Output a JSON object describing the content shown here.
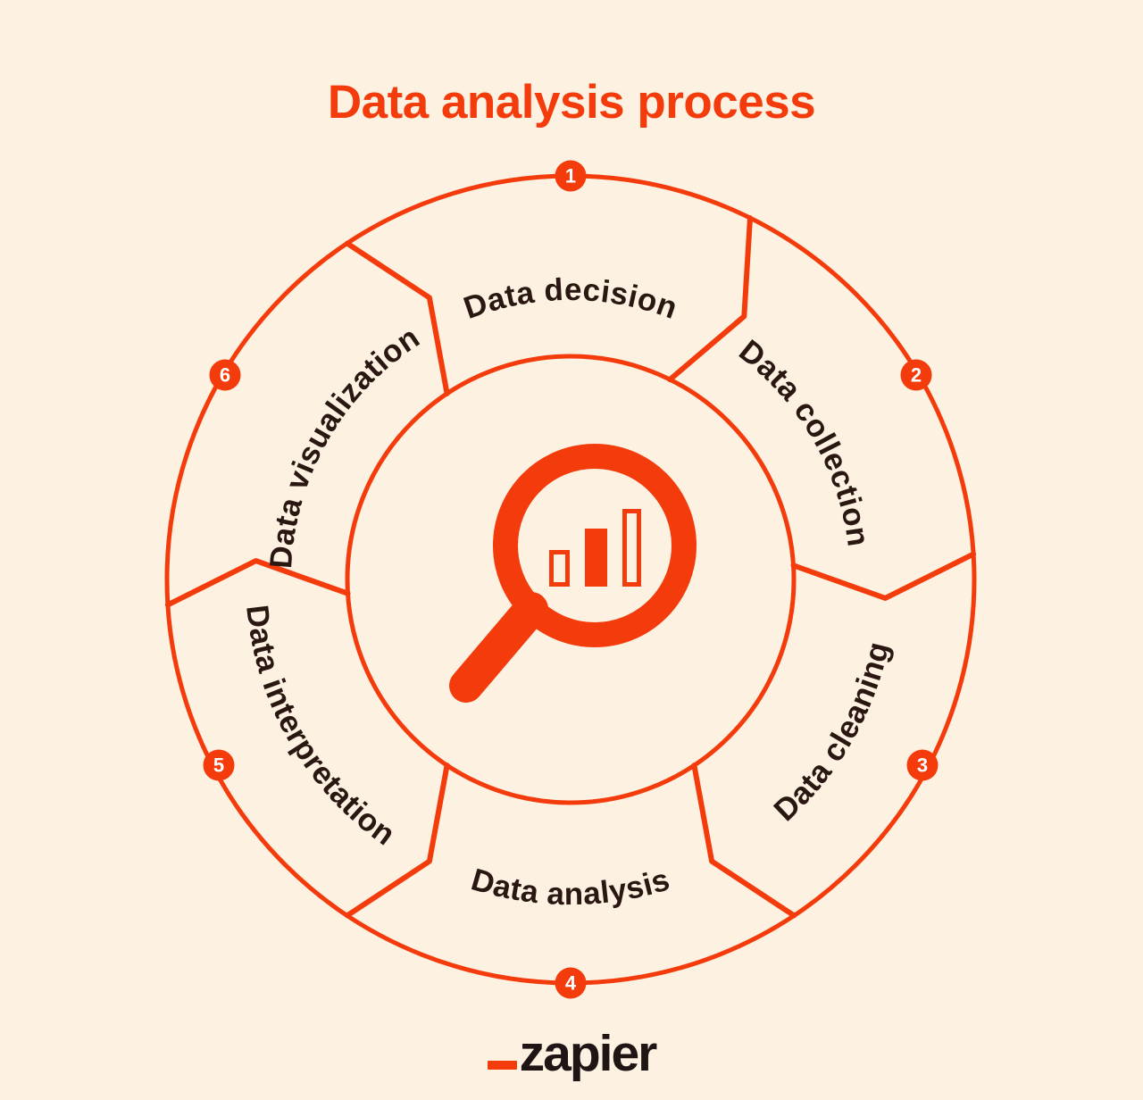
{
  "title": "Data analysis process",
  "colors": {
    "accent": "#F43B0C",
    "background": "#FDF1E2",
    "label": "#2A1712",
    "badgeText": "#FFFFFF",
    "logoText": "#201515"
  },
  "diagram": {
    "type": "circular-process-wheel",
    "center_icon": "magnifier-bar-chart-icon",
    "flow_direction": "clockwise"
  },
  "steps": [
    {
      "number": "1",
      "label": "Data decision"
    },
    {
      "number": "2",
      "label": "Data collection"
    },
    {
      "number": "3",
      "label": "Data cleaning"
    },
    {
      "number": "4",
      "label": "Data analysis"
    },
    {
      "number": "5",
      "label": "Data interpretation"
    },
    {
      "number": "6",
      "label": "Data visualization"
    }
  ],
  "logo": {
    "text": "zapier"
  }
}
